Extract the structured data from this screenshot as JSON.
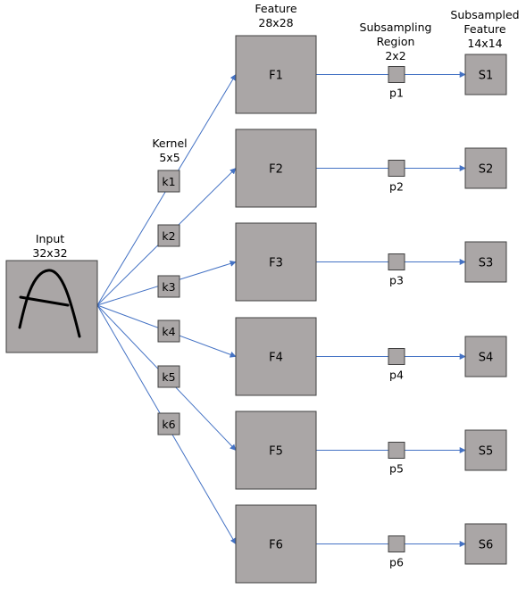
{
  "colors": {
    "box_fill": "#aaa6a6",
    "box_stroke": "#404040",
    "arrow": "#4472c4",
    "glyph": "#000000"
  },
  "input": {
    "title": "Input",
    "size": "32x32",
    "glyph": "handwritten-A"
  },
  "kernel_header": {
    "title": "Kernel",
    "size": "5x5"
  },
  "feature_header": {
    "title": "Feature",
    "size": "28x28"
  },
  "subsampling_header": {
    "line1": "Subsampling",
    "line2": "Region",
    "size": "2x2"
  },
  "subsampled_header": {
    "line1": "Subsampled",
    "line2": "Feature",
    "size": "14x14"
  },
  "kernels": [
    "k1",
    "k2",
    "k3",
    "k4",
    "k5",
    "k6"
  ],
  "features": [
    "F1",
    "F2",
    "F3",
    "F4",
    "F5",
    "F6"
  ],
  "pools": [
    "p1",
    "p2",
    "p3",
    "p4",
    "p5",
    "p6"
  ],
  "subsampled": [
    "S1",
    "S2",
    "S3",
    "S4",
    "S5",
    "S6"
  ]
}
